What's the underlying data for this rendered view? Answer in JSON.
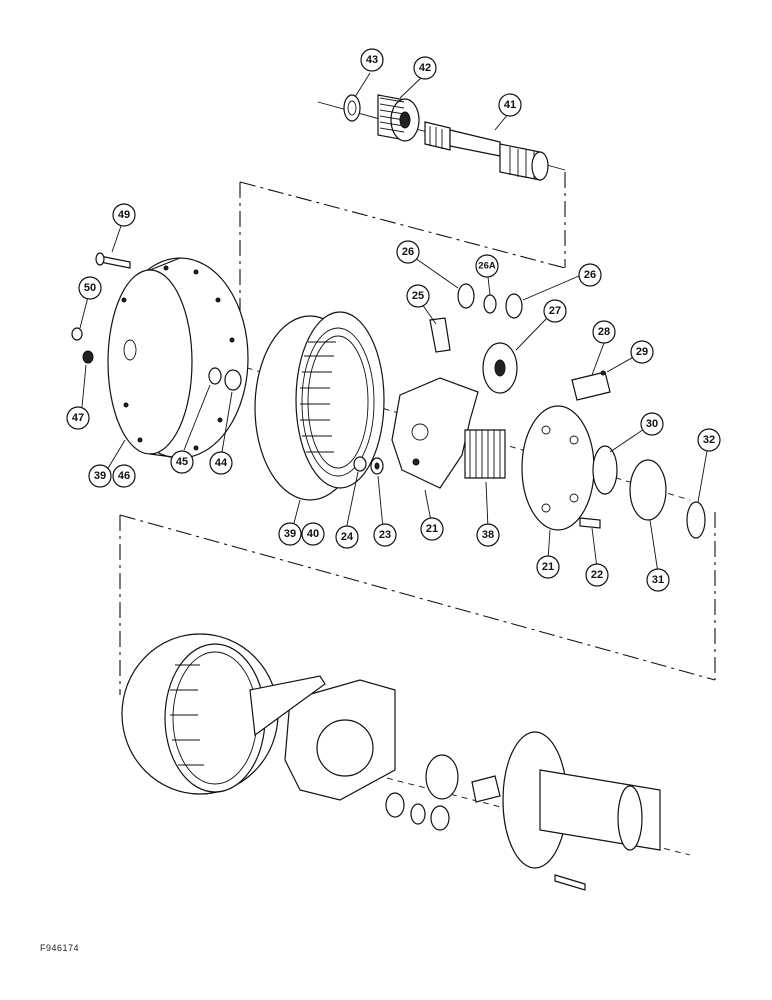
{
  "figure_id": "F946174",
  "callouts": [
    {
      "label": "43"
    },
    {
      "label": "42"
    },
    {
      "label": "41"
    },
    {
      "label": "49"
    },
    {
      "label": "50"
    },
    {
      "label": "47"
    },
    {
      "label": "26"
    },
    {
      "label": "26A"
    },
    {
      "label": "26"
    },
    {
      "label": "25"
    },
    {
      "label": "27"
    },
    {
      "label": "28"
    },
    {
      "label": "29"
    },
    {
      "label": "30"
    },
    {
      "label": "32"
    },
    {
      "label": "39"
    },
    {
      "label": "46"
    },
    {
      "label": "45"
    },
    {
      "label": "44"
    },
    {
      "label": "39"
    },
    {
      "label": "40"
    },
    {
      "label": "24"
    },
    {
      "label": "23"
    },
    {
      "label": "21"
    },
    {
      "label": "38"
    },
    {
      "label": "21"
    },
    {
      "label": "22"
    },
    {
      "label": "31"
    }
  ]
}
